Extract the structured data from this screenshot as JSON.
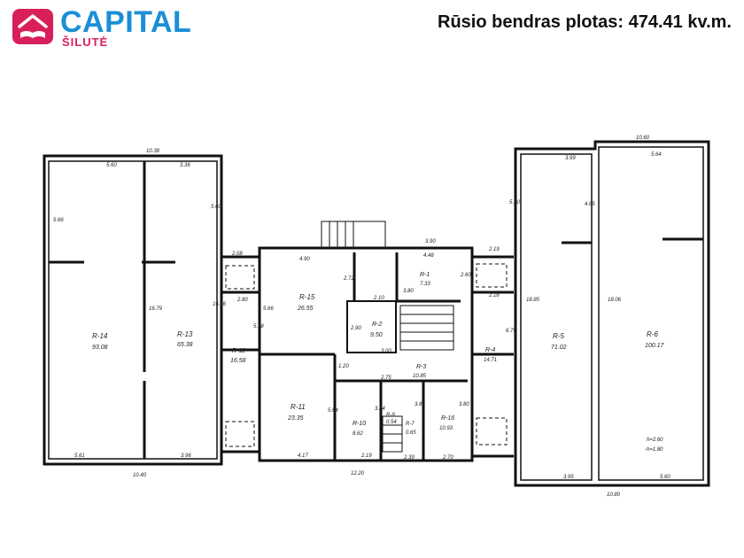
{
  "brand": {
    "name": "CAPITAL",
    "city": "ŠILUTĖ"
  },
  "header": {
    "title": "Rūsio bendras plotas: 474.41 kv.m."
  },
  "plan": {
    "rooms": [
      {
        "id": "R-14",
        "label": "R-14",
        "area": "93.08"
      },
      {
        "id": "R-13",
        "label": "R-13",
        "area": "65.38"
      },
      {
        "id": "R-12",
        "label": "R-12",
        "area": "16.58"
      },
      {
        "id": "R-15",
        "label": "R-15",
        "area": "26.55"
      },
      {
        "id": "R-1",
        "label": "R-1",
        "area": "7.33"
      },
      {
        "id": "R-2",
        "label": "R-2",
        "area": "9.50"
      },
      {
        "id": "R-3",
        "label": "R-3",
        "area": "10.85"
      },
      {
        "id": "R-4",
        "label": "R-4",
        "area": "14.71"
      },
      {
        "id": "R-11",
        "label": "R-11",
        "area": "23.35"
      },
      {
        "id": "R-10",
        "label": "R-10",
        "area": "8.62"
      },
      {
        "id": "R-9",
        "label": "R-9",
        "area": "0.54"
      },
      {
        "id": "R-7",
        "label": "R-7",
        "area": "0.65"
      },
      {
        "id": "R-16",
        "label": "R-16",
        "area": "10.93"
      },
      {
        "id": "R-5",
        "label": "R-5",
        "area": "71.02"
      },
      {
        "id": "R-6",
        "label": "R-6",
        "area": "100.17"
      }
    ],
    "dimensions": {
      "top_left": "10.38",
      "top_right": "10.60",
      "bottom_left": "10.40",
      "bottom_mid": "12.20",
      "bottom_right": "10.80",
      "w_5_60": "5.60",
      "w_3_36": "3.36",
      "h_5_66": "5.66",
      "h_5_60": "5.60",
      "w_5_61": "5.61",
      "w_3_96": "3.96",
      "h_16_79": "16.79",
      "h_16_76": "16.76",
      "w_2_08": "2.08",
      "w_2_80": "2.80",
      "h_5_58": "5.58",
      "w_4_90": "4.90",
      "h_2_72": "2.72",
      "h_5_66b": "5.66",
      "w_2_10": "2.10",
      "w_3_80": "3.80",
      "h_2_60": "2.60",
      "w_4_48": "4.48",
      "w_3_90": "3.90",
      "w_2_19": "2.19",
      "w_2_18": "2.18",
      "h_6_75": "6.75",
      "h_2_90": "2.90",
      "w_3_00": "3.00",
      "h_1_20": "1.20",
      "w_2_75": "2.75",
      "h_5_64": "5.64",
      "w_4_17": "4.17",
      "h_3_84": "3.84",
      "h_3_87": "3.87",
      "h_3_80": "3.80",
      "w_2_19b": "2.19",
      "w_2_39": "2.39",
      "w_2_70": "2.70",
      "w_3_99": "3.99",
      "w_5_64": "5.64",
      "h_5_30": "5.30",
      "h_4_65": "4.65",
      "h_18_85": "18.85",
      "h_18_06": "18.06",
      "w_3_95": "3.95",
      "w_5_60b": "5.60",
      "ceiling": "h=2.60",
      "floor_level": "-h=1.80"
    }
  }
}
